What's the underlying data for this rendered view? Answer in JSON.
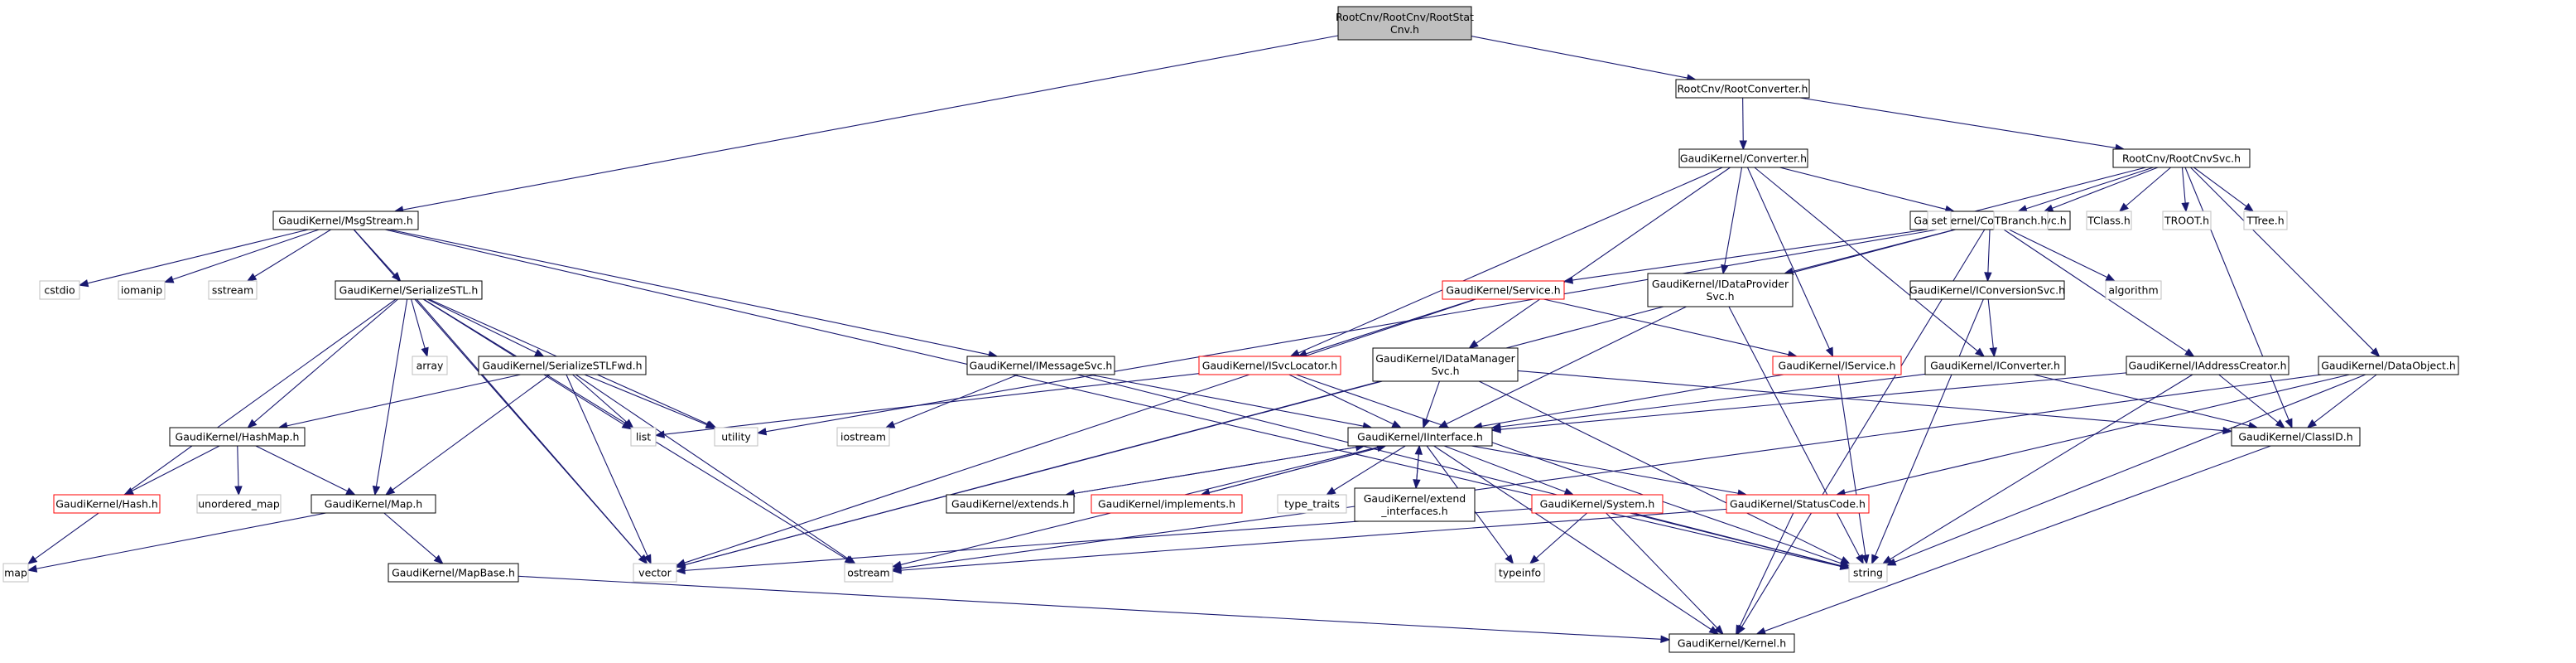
{
  "graph_title": "Include dependency graph for RootCnv/RootCnv/RootStatCnv.h",
  "colors": {
    "edge": "#191970",
    "node_border": "#000000",
    "node_border_external": "#bfbfbf",
    "node_border_incomplete": "#ff0000",
    "root_fill": "#bfbfbf",
    "node_fill": "#ffffff"
  },
  "nodes": [
    {
      "id": "root",
      "lines": [
        "RootCnv/RootCnv/RootStat",
        "Cnv.h"
      ],
      "kind": "root"
    },
    {
      "id": "RootConverter",
      "lines": [
        "RootCnv/RootConverter.h"
      ],
      "kind": "normal"
    },
    {
      "id": "MsgStream",
      "lines": [
        "GaudiKernel/MsgStream.h"
      ],
      "kind": "normal"
    },
    {
      "id": "Converter",
      "lines": [
        "GaudiKernel/Converter.h"
      ],
      "kind": "normal"
    },
    {
      "id": "RootCnvSvc",
      "lines": [
        "RootCnv/RootCnvSvc.h"
      ],
      "kind": "normal"
    },
    {
      "id": "ConversionSvc",
      "lines": [
        "GaudiKernel/ConversionSvc.h"
      ],
      "kind": "normal"
    },
    {
      "id": "set",
      "lines": [
        "set"
      ],
      "kind": "external"
    },
    {
      "id": "TBranch",
      "lines": [
        "TBranch.h"
      ],
      "kind": "external"
    },
    {
      "id": "TClass",
      "lines": [
        "TClass.h"
      ],
      "kind": "external"
    },
    {
      "id": "TROOT",
      "lines": [
        "TROOT.h"
      ],
      "kind": "external"
    },
    {
      "id": "TTree",
      "lines": [
        "TTree.h"
      ],
      "kind": "external"
    },
    {
      "id": "cstdio",
      "lines": [
        "cstdio"
      ],
      "kind": "external"
    },
    {
      "id": "iomanip",
      "lines": [
        "iomanip"
      ],
      "kind": "external"
    },
    {
      "id": "sstream",
      "lines": [
        "sstream"
      ],
      "kind": "external"
    },
    {
      "id": "SerializeSTL",
      "lines": [
        "GaudiKernel/SerializeSTL.h"
      ],
      "kind": "normal"
    },
    {
      "id": "Service",
      "lines": [
        "GaudiKernel/Service.h"
      ],
      "kind": "incomplete"
    },
    {
      "id": "IDataProviderSvc",
      "lines": [
        "GaudiKernel/IDataProvider",
        "Svc.h"
      ],
      "kind": "normal"
    },
    {
      "id": "IConversionSvc",
      "lines": [
        "GaudiKernel/IConversionSvc.h"
      ],
      "kind": "normal"
    },
    {
      "id": "algorithm",
      "lines": [
        "algorithm"
      ],
      "kind": "external"
    },
    {
      "id": "array",
      "lines": [
        "array"
      ],
      "kind": "external"
    },
    {
      "id": "SerializeSTLFwd",
      "lines": [
        "GaudiKernel/SerializeSTLFwd.h"
      ],
      "kind": "normal"
    },
    {
      "id": "IMessageSvc",
      "lines": [
        "GaudiKernel/IMessageSvc.h"
      ],
      "kind": "normal"
    },
    {
      "id": "ISvcLocator",
      "lines": [
        "GaudiKernel/ISvcLocator.h"
      ],
      "kind": "incomplete"
    },
    {
      "id": "IDataManagerSvc",
      "lines": [
        "GaudiKernel/IDataManager",
        "Svc.h"
      ],
      "kind": "normal"
    },
    {
      "id": "IService",
      "lines": [
        "GaudiKernel/IService.h"
      ],
      "kind": "incomplete"
    },
    {
      "id": "IConverter",
      "lines": [
        "GaudiKernel/IConverter.h"
      ],
      "kind": "normal"
    },
    {
      "id": "IAddressCreator",
      "lines": [
        "GaudiKernel/IAddressCreator.h"
      ],
      "kind": "normal"
    },
    {
      "id": "DataObject",
      "lines": [
        "GaudiKernel/DataObject.h"
      ],
      "kind": "normal"
    },
    {
      "id": "list",
      "lines": [
        "list"
      ],
      "kind": "external"
    },
    {
      "id": "utility",
      "lines": [
        "utility"
      ],
      "kind": "external"
    },
    {
      "id": "iostream",
      "lines": [
        "iostream"
      ],
      "kind": "external"
    },
    {
      "id": "HashMap",
      "lines": [
        "GaudiKernel/HashMap.h"
      ],
      "kind": "normal"
    },
    {
      "id": "Interface",
      "lines": [
        "GaudiKernel/IInterface.h"
      ],
      "kind": "normal"
    },
    {
      "id": "ClassID",
      "lines": [
        "GaudiKernel/ClassID.h"
      ],
      "kind": "normal"
    },
    {
      "id": "Hash",
      "lines": [
        "GaudiKernel/Hash.h"
      ],
      "kind": "incomplete"
    },
    {
      "id": "unordered_map",
      "lines": [
        "unordered_map"
      ],
      "kind": "external"
    },
    {
      "id": "Map",
      "lines": [
        "GaudiKernel/Map.h"
      ],
      "kind": "normal"
    },
    {
      "id": "extends",
      "lines": [
        "GaudiKernel/extends.h"
      ],
      "kind": "normal"
    },
    {
      "id": "implements",
      "lines": [
        "GaudiKernel/implements.h"
      ],
      "kind": "incomplete"
    },
    {
      "id": "type_traits",
      "lines": [
        "type_traits"
      ],
      "kind": "external"
    },
    {
      "id": "extend_interfaces",
      "lines": [
        "GaudiKernel/extend",
        "_interfaces.h"
      ],
      "kind": "normal"
    },
    {
      "id": "System",
      "lines": [
        "GaudiKernel/System.h"
      ],
      "kind": "incomplete"
    },
    {
      "id": "StatusCode",
      "lines": [
        "GaudiKernel/StatusCode.h"
      ],
      "kind": "incomplete"
    },
    {
      "id": "map",
      "lines": [
        "map"
      ],
      "kind": "external"
    },
    {
      "id": "vector",
      "lines": [
        "vector"
      ],
      "kind": "external"
    },
    {
      "id": "ostream",
      "lines": [
        "ostream"
      ],
      "kind": "external"
    },
    {
      "id": "MapBase",
      "lines": [
        "GaudiKernel/MapBase.h"
      ],
      "kind": "normal"
    },
    {
      "id": "typeinfo",
      "lines": [
        "typeinfo"
      ],
      "kind": "external"
    },
    {
      "id": "string",
      "lines": [
        "string"
      ],
      "kind": "external"
    },
    {
      "id": "Kernel",
      "lines": [
        "GaudiKernel/Kernel.h"
      ],
      "kind": "normal"
    }
  ],
  "edges": [
    [
      "root",
      "RootConverter"
    ],
    [
      "root",
      "MsgStream"
    ],
    [
      "RootConverter",
      "Converter"
    ],
    [
      "RootConverter",
      "RootCnvSvc"
    ],
    [
      "MsgStream",
      "cstdio"
    ],
    [
      "MsgStream",
      "iomanip"
    ],
    [
      "MsgStream",
      "sstream"
    ],
    [
      "MsgStream",
      "SerializeSTL"
    ],
    [
      "MsgStream",
      "IMessageSvc"
    ],
    [
      "MsgStream",
      "vector"
    ],
    [
      "MsgStream",
      "string"
    ],
    [
      "Converter",
      "ConversionSvc"
    ],
    [
      "Converter",
      "IDataProviderSvc"
    ],
    [
      "Converter",
      "IDataManagerSvc"
    ],
    [
      "Converter",
      "ISvcLocator"
    ],
    [
      "Converter",
      "IService"
    ],
    [
      "Converter",
      "IConverter"
    ],
    [
      "RootCnvSvc",
      "ConversionSvc"
    ],
    [
      "RootCnvSvc",
      "set"
    ],
    [
      "RootCnvSvc",
      "TBranch"
    ],
    [
      "RootCnvSvc",
      "TClass"
    ],
    [
      "RootCnvSvc",
      "TROOT"
    ],
    [
      "RootCnvSvc",
      "TTree"
    ],
    [
      "RootCnvSvc",
      "ClassID"
    ],
    [
      "RootCnvSvc",
      "DataObject"
    ],
    [
      "ConversionSvc",
      "Service"
    ],
    [
      "ConversionSvc",
      "IDataProviderSvc"
    ],
    [
      "ConversionSvc",
      "IConversionSvc"
    ],
    [
      "ConversionSvc",
      "algorithm"
    ],
    [
      "ConversionSvc",
      "IAddressCreator"
    ],
    [
      "ConversionSvc",
      "utility"
    ],
    [
      "ConversionSvc",
      "vector"
    ],
    [
      "ConversionSvc",
      "Kernel"
    ],
    [
      "SerializeSTL",
      "array"
    ],
    [
      "SerializeSTL",
      "SerializeSTLFwd"
    ],
    [
      "SerializeSTL",
      "HashMap"
    ],
    [
      "SerializeSTL",
      "list"
    ],
    [
      "SerializeSTL",
      "map"
    ],
    [
      "SerializeSTL",
      "Map"
    ],
    [
      "SerializeSTL",
      "utility"
    ],
    [
      "SerializeSTL",
      "vector"
    ],
    [
      "SerializeSTL",
      "ostream"
    ],
    [
      "SerializeSTLFwd",
      "HashMap"
    ],
    [
      "SerializeSTLFwd",
      "list"
    ],
    [
      "SerializeSTLFwd",
      "Map"
    ],
    [
      "SerializeSTLFwd",
      "utility"
    ],
    [
      "SerializeSTLFwd",
      "vector"
    ],
    [
      "SerializeSTLFwd",
      "ostream"
    ],
    [
      "Service",
      "ISvcLocator"
    ],
    [
      "Service",
      "IService"
    ],
    [
      "Service",
      "vector"
    ],
    [
      "IDataProviderSvc",
      "Interface"
    ],
    [
      "IDataProviderSvc",
      "string"
    ],
    [
      "IConversionSvc",
      "IConverter"
    ],
    [
      "IConversionSvc",
      "string"
    ],
    [
      "IMessageSvc",
      "iostream"
    ],
    [
      "IMessageSvc",
      "Interface"
    ],
    [
      "IMessageSvc",
      "string"
    ],
    [
      "ISvcLocator",
      "Interface"
    ],
    [
      "ISvcLocator",
      "list"
    ],
    [
      "ISvcLocator",
      "string"
    ],
    [
      "IDataManagerSvc",
      "Interface"
    ],
    [
      "IDataManagerSvc",
      "ClassID"
    ],
    [
      "IDataManagerSvc",
      "vector"
    ],
    [
      "IDataManagerSvc",
      "string"
    ],
    [
      "IService",
      "Interface"
    ],
    [
      "IService",
      "string"
    ],
    [
      "IConverter",
      "Interface"
    ],
    [
      "IConverter",
      "ClassID"
    ],
    [
      "IAddressCreator",
      "Interface"
    ],
    [
      "IAddressCreator",
      "ClassID"
    ],
    [
      "IAddressCreator",
      "string"
    ],
    [
      "DataObject",
      "ClassID"
    ],
    [
      "DataObject",
      "StatusCode"
    ],
    [
      "DataObject",
      "string"
    ],
    [
      "DataObject",
      "ostream"
    ],
    [
      "HashMap",
      "Hash"
    ],
    [
      "HashMap",
      "unordered_map"
    ],
    [
      "HashMap",
      "Map"
    ],
    [
      "Map",
      "map"
    ],
    [
      "Map",
      "MapBase"
    ],
    [
      "Interface",
      "extends"
    ],
    [
      "Interface",
      "implements"
    ],
    [
      "Interface",
      "type_traits"
    ],
    [
      "Interface",
      "extend_interfaces"
    ],
    [
      "Interface",
      "System"
    ],
    [
      "Interface",
      "StatusCode"
    ],
    [
      "Interface",
      "typeinfo"
    ],
    [
      "Interface",
      "ostream"
    ],
    [
      "Interface",
      "Kernel"
    ],
    [
      "extends",
      "Interface"
    ],
    [
      "implements",
      "Interface"
    ],
    [
      "extend_interfaces",
      "Interface"
    ],
    [
      "System",
      "typeinfo"
    ],
    [
      "System",
      "vector"
    ],
    [
      "System",
      "string"
    ],
    [
      "System",
      "Kernel"
    ],
    [
      "StatusCode",
      "ostream"
    ],
    [
      "StatusCode",
      "Kernel"
    ],
    [
      "MapBase",
      "Kernel"
    ],
    [
      "ClassID",
      "Kernel"
    ]
  ]
}
